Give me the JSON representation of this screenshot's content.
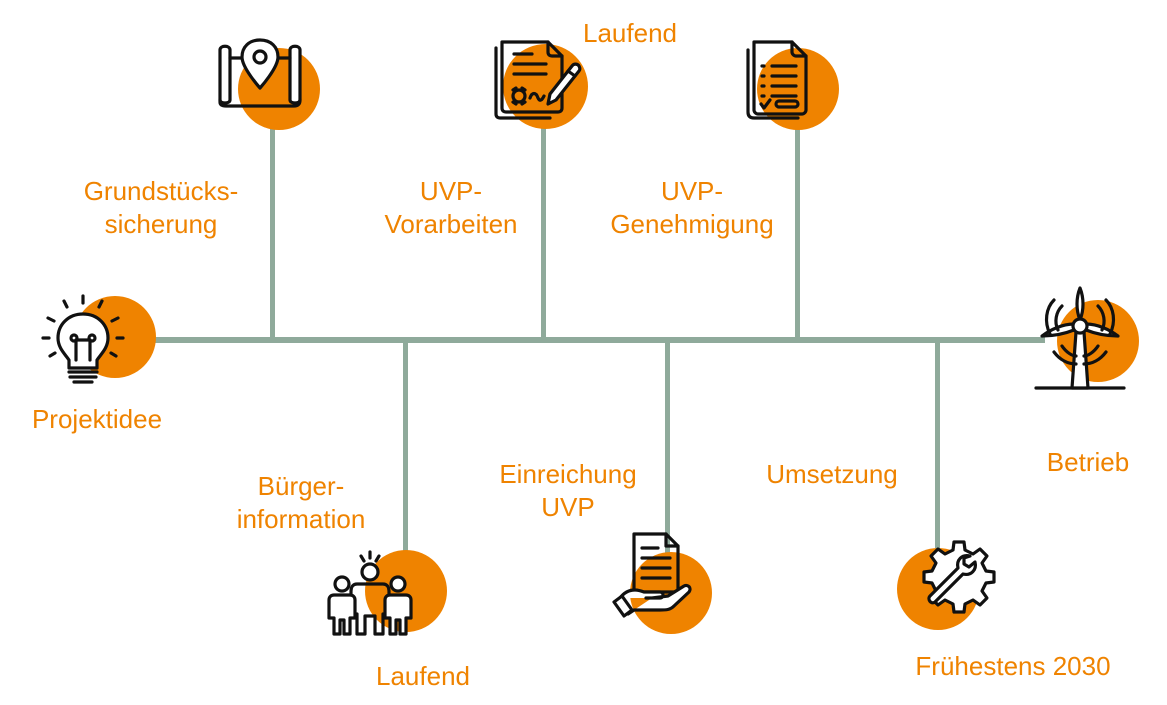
{
  "theme": {
    "accent": "#EF8300",
    "line": "#8FAA9B",
    "icon_stroke": "#111111"
  },
  "milestones": [
    {
      "id": "projektidee",
      "label_l1": "Projektidee",
      "label_l2": "",
      "icon": "lightbulb-icon",
      "position": "start"
    },
    {
      "id": "grundstueckssicherung",
      "label_l1": "Grundstücks-",
      "label_l2": "sicherung",
      "icon": "map-pin-icon",
      "position": "top"
    },
    {
      "id": "buergerinformation",
      "label_l1": "Bürger-",
      "label_l2": "information",
      "icon": "people-icon",
      "position": "bottom",
      "status": "Laufend"
    },
    {
      "id": "uvp-vorarbeiten",
      "label_l1": "UVP-",
      "label_l2": "Vorarbeiten",
      "icon": "contract-sign-icon",
      "position": "top",
      "status": "Laufend"
    },
    {
      "id": "einreichung-uvp",
      "label_l1": "Einreichung",
      "label_l2": "UVP",
      "icon": "document-hand-icon",
      "position": "bottom"
    },
    {
      "id": "uvp-genehmigung",
      "label_l1": "UVP-",
      "label_l2": "Genehmigung",
      "icon": "checklist-icon",
      "position": "top"
    },
    {
      "id": "umsetzung",
      "label_l1": "Umsetzung",
      "label_l2": "",
      "icon": "wrench-gear-icon",
      "position": "bottom",
      "status": "Frühestens 2030"
    },
    {
      "id": "betrieb",
      "label_l1": "Betrieb",
      "label_l2": "",
      "icon": "wind-turbine-icon",
      "position": "end"
    }
  ]
}
